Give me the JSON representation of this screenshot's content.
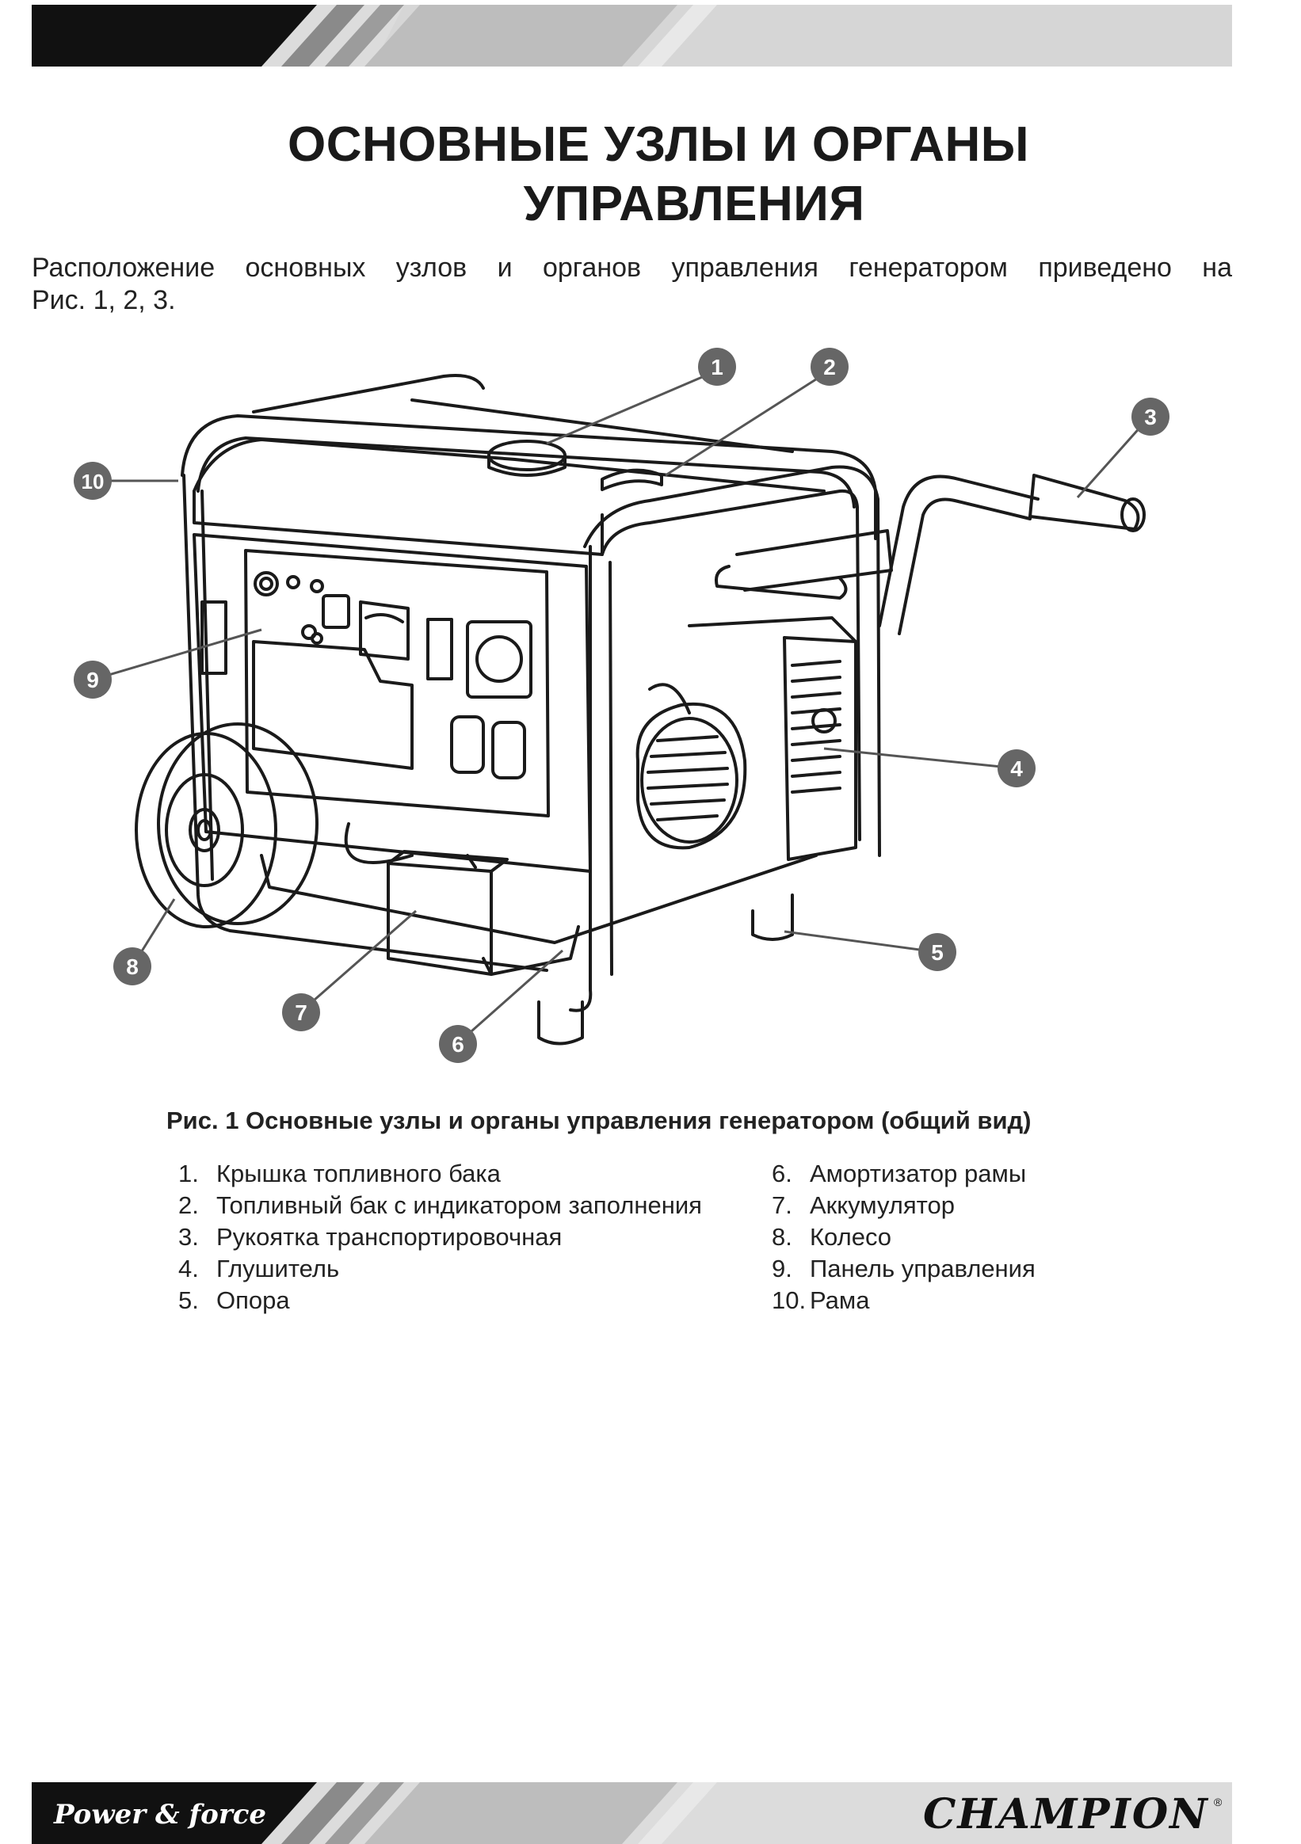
{
  "header": {
    "title_line1": "ОСНОВНЫЕ УЗЛЫ И ОРГАНЫ",
    "title_line2": "УПРАВЛЕНИЯ"
  },
  "intro": {
    "line1": "Расположение основных узлов и органов управления генератором приведено на",
    "line2": "Рис. 1, 2, 3."
  },
  "figure": {
    "callouts": [
      "1",
      "2",
      "3",
      "4",
      "5",
      "6",
      "7",
      "8",
      "9",
      "10"
    ],
    "caption": "Рис. 1 Основные узлы и органы управления генератором (общий вид)"
  },
  "legend_left": [
    {
      "num": "1.",
      "text": "Крышка топливного бака"
    },
    {
      "num": "2.",
      "text": "Топливный бак с индикатором заполнения"
    },
    {
      "num": "3.",
      "text": "Рукоятка транспортировочная"
    },
    {
      "num": "4.",
      "text": "Глушитель"
    },
    {
      "num": "5.",
      "text": "Опора"
    }
  ],
  "legend_right": [
    {
      "num": "6.",
      "text": "Амортизатор рамы"
    },
    {
      "num": "7.",
      "text": "Аккумулятор"
    },
    {
      "num": "8.",
      "text": "Колесо"
    },
    {
      "num": "9.",
      "text": "Панель управления"
    },
    {
      "num": "10.",
      "text": "Рама"
    }
  ],
  "footer": {
    "slogan": "Power & force",
    "brand": "CHAMPION"
  }
}
